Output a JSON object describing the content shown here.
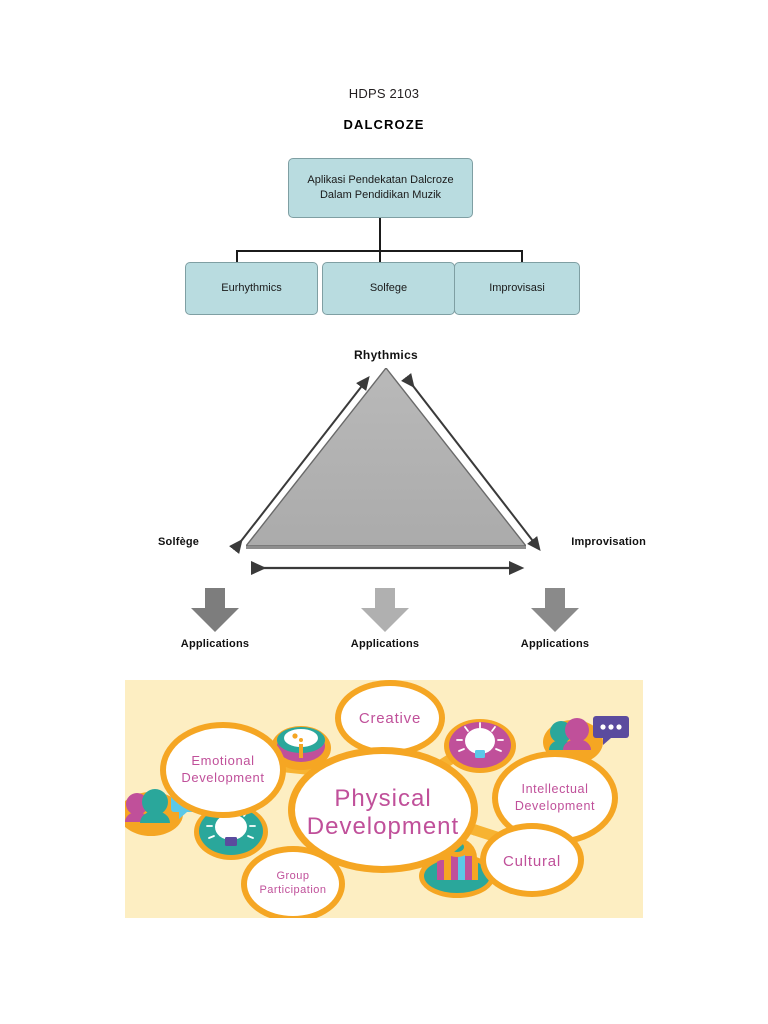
{
  "document": {
    "course_code": "HDPS 2103",
    "title": "DALCROZE"
  },
  "flowchart": {
    "root": "Aplikasi Pendekatan Dalcroze Dalam Pendidikan Muzik",
    "root_line1": "Aplikasi Pendekatan Dalcroze",
    "root_line2": "Dalam Pendidikan Muzik",
    "children": [
      {
        "label": "Eurhythmics"
      },
      {
        "label": "Solfege"
      },
      {
        "label": "Improvisasi"
      }
    ],
    "box_fill": "#b9dce0",
    "box_border": "#7f9fa3",
    "connector_color": "#1b1b1b"
  },
  "triangle": {
    "top_label": "Rhythmics",
    "left_label": "Solfège",
    "right_label": "Improvisation",
    "fill": "#b3b3b3",
    "stroke": "#555555",
    "arrow_color": "#3a3a3a"
  },
  "applications": {
    "items": [
      {
        "label": "Applications",
        "arrow_color": "#7d7d7d"
      },
      {
        "label": "Applications",
        "arrow_color": "#b0b0b0"
      },
      {
        "label": "Applications",
        "arrow_color": "#8a8a8a"
      }
    ]
  },
  "infographic": {
    "background": "#fdeec2",
    "ring_color": "#f5a623",
    "ring_color_light": "#fbc55c",
    "bubble_fill": "#ffffff",
    "text_color": "#c0509a",
    "center_bubble": {
      "label": "Physical Development",
      "line1": "Physical",
      "line2": "Development"
    },
    "bubbles": [
      {
        "id": "creative",
        "label": "Creative",
        "line1": "Creative",
        "line2": ""
      },
      {
        "id": "emotional",
        "label": "Emotional Development",
        "line1": "Emotional",
        "line2": "Development"
      },
      {
        "id": "intellectual",
        "label": "Intellectual Development",
        "line1": "Intellectual",
        "line2": "Development"
      },
      {
        "id": "cultural",
        "label": "Cultural",
        "line1": "Cultural",
        "line2": ""
      },
      {
        "id": "group",
        "label": "Group Participation",
        "line1": "Group",
        "line2": "Participation"
      }
    ],
    "icons": [
      {
        "id": "cup-icon",
        "name": "cup-icon",
        "colors": [
          "#2aa79b",
          "#c0509a",
          "#f5a623"
        ]
      },
      {
        "id": "lightbulb-magenta",
        "name": "lightbulb-icon",
        "colors": [
          "#c0509a",
          "#ffffff",
          "#5bc8e8"
        ]
      },
      {
        "id": "people-chat-purple",
        "name": "people-chat-icon",
        "colors": [
          "#c0509a",
          "#2aa79b",
          "#5b4b9e"
        ]
      },
      {
        "id": "people-chat-teal",
        "name": "people-chat-icon",
        "colors": [
          "#2aa79b",
          "#c0509a",
          "#5bc8e8"
        ]
      },
      {
        "id": "lightbulb-teal",
        "name": "lightbulb-icon",
        "colors": [
          "#2aa79b",
          "#ffffff",
          "#5b4b9e"
        ]
      },
      {
        "id": "cupcake-icon",
        "name": "cupcake-icon",
        "colors": [
          "#f5a623",
          "#c0509a",
          "#2aa79b"
        ]
      },
      {
        "id": "speech-bubbles-icon",
        "name": "speech-bubbles-icon",
        "colors": [
          "#c0509a",
          "#2aa79b"
        ]
      }
    ]
  }
}
